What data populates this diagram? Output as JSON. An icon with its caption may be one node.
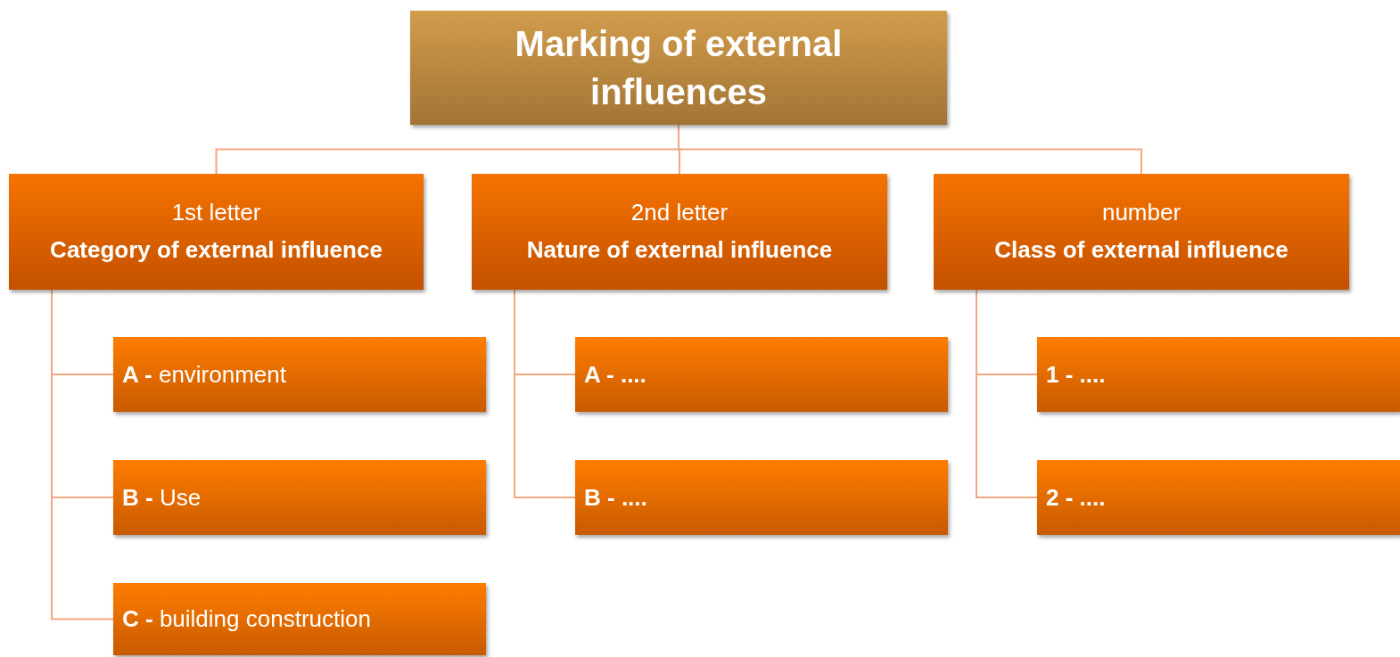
{
  "diagram": {
    "nodes": [
      {
        "text": [
          "Marking of external influences"
        ]
      },
      {
        "text": [
          "1st letter",
          "Category of external influence"
        ]
      },
      {
        "text": [
          "2nd letter",
          "Nature of external influence"
        ]
      },
      {
        "text": [
          "number",
          "Class of external influence"
        ]
      },
      {
        "text": [
          "**A -** environment"
        ]
      },
      {
        "text": [
          "**B -** Use"
        ]
      },
      {
        "text": [
          "**C -** building construction"
        ]
      },
      {
        "text": [
          "**A - ....**"
        ]
      },
      {
        "text": [
          "**B - ....**"
        ]
      },
      {
        "text": [
          "**1 - ....**"
        ]
      },
      {
        "text": [
          "**2 - ....**"
        ]
      }
    ],
    "edges": [
      {
        "from": 0,
        "to": 1,
        "arrow": "none"
      },
      {
        "from": 0,
        "to": 2,
        "arrow": "none"
      },
      {
        "from": 0,
        "to": 3,
        "arrow": "none"
      },
      {
        "from": 1,
        "to": 4,
        "arrow": "none"
      },
      {
        "from": 1,
        "to": 5,
        "arrow": "none"
      },
      {
        "from": 1,
        "to": 6,
        "arrow": "none"
      },
      {
        "from": 2,
        "to": 7,
        "arrow": "none"
      },
      {
        "from": 2,
        "to": 8,
        "arrow": "none"
      },
      {
        "from": 3,
        "to": 9,
        "arrow": "none"
      },
      {
        "from": 3,
        "to": 10,
        "arrow": "none"
      }
    ]
  }
}
